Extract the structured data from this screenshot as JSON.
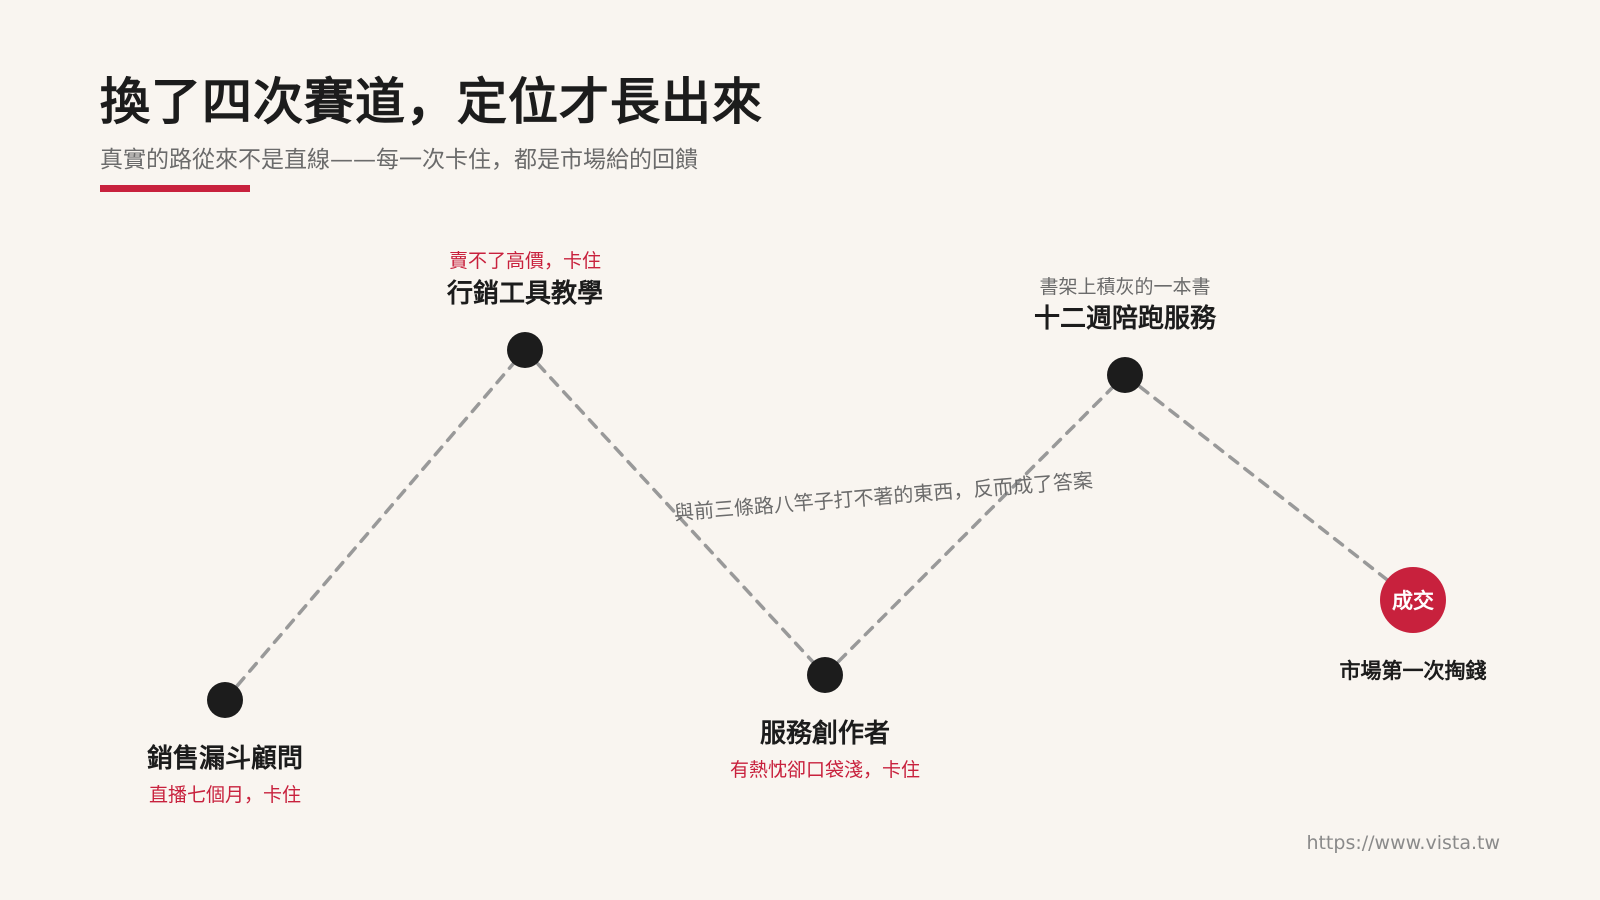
{
  "slide": {
    "title": "換了四次賽道，定位才長出來",
    "subtitle": "真實的路從來不是直線——每一次卡住，都是市場給的回饋",
    "accent_color": "#c8213d",
    "path_color": "#999999",
    "node_color": "#1c1c1c"
  },
  "milestones": [
    {
      "title": "銷售漏斗顧問",
      "note": "直播七個月，卡住"
    },
    {
      "title": "行銷工具教學",
      "note": "賣不了高價，卡住"
    },
    {
      "title": "服務創作者",
      "note": "有熱忱卻口袋淺，卡住"
    },
    {
      "title": "十二週陪跑服務",
      "note": "書架上積灰的一本書"
    },
    {
      "title": "市場第一次掏錢",
      "badge": "成交"
    }
  ],
  "diagonal_annotation": "與前三條路八竿子打不著的東西，反而成了答案",
  "footer": {
    "url": "https://www.vista.tw"
  }
}
